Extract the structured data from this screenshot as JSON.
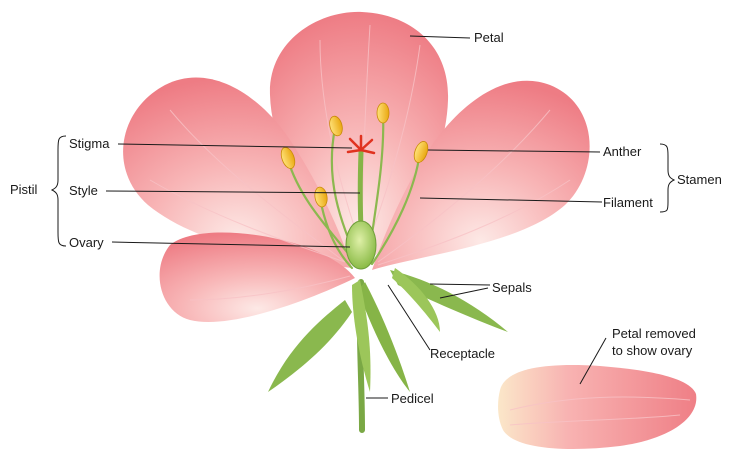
{
  "labels": {
    "petal": "Petal",
    "stigma": "Stigma",
    "style": "Style",
    "ovary": "Ovary",
    "pistil": "Pistil",
    "anther": "Anther",
    "filament": "Filament",
    "stamen": "Stamen",
    "sepals": "Sepals",
    "receptacle": "Receptacle",
    "pedicel": "Pedicel",
    "petal_removed_line1": "Petal removed",
    "petal_removed_line2": "to show ovary"
  },
  "colors": {
    "petal_light": "#fbd6d4",
    "petal_mid": "#f6a4a6",
    "petal_dark": "#ef7f86",
    "green": "#7fae45",
    "green_dark": "#5f8e2f",
    "anther_yellow": "#f4c21e",
    "stigma_red": "#e0321f"
  }
}
